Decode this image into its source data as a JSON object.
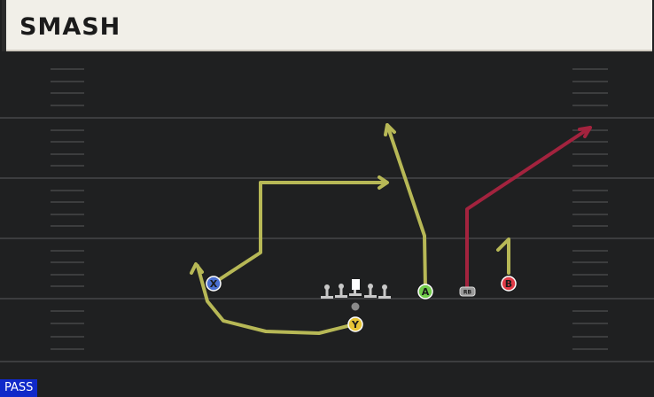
{
  "play": {
    "title": "SMASH",
    "type": "PASS"
  },
  "players": {
    "x": {
      "label": "X",
      "color": "#4a6fd0"
    },
    "y": {
      "label": "Y",
      "color": "#e6c436"
    },
    "a": {
      "label": "A",
      "color": "#72cc4c"
    },
    "b": {
      "label": "B",
      "color": "#e03a46"
    },
    "rb": {
      "label": "RB",
      "color": "#9a9a9a"
    }
  },
  "routes": {
    "pass_color": "#b7b856",
    "rb_color": "#a3233e"
  },
  "field": {
    "background": "#1f2021",
    "line_color": "#3c3d3f",
    "hash_color": "#464749"
  }
}
